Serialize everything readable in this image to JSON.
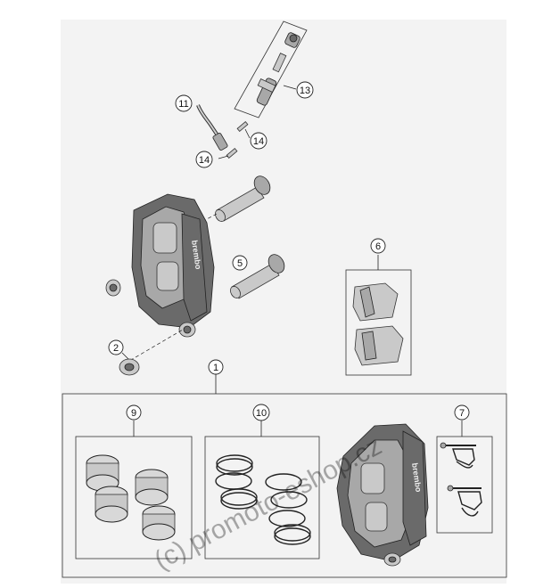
{
  "header": {
    "page_code": ""
  },
  "callouts": [
    {
      "id": "c1",
      "label": "1"
    },
    {
      "id": "c2",
      "label": "2"
    },
    {
      "id": "c5",
      "label": "5"
    },
    {
      "id": "c6",
      "label": "6"
    },
    {
      "id": "c7",
      "label": "7"
    },
    {
      "id": "c9",
      "label": "9"
    },
    {
      "id": "c10",
      "label": "10"
    },
    {
      "id": "c11",
      "label": "11"
    },
    {
      "id": "c13",
      "label": "13"
    },
    {
      "id": "c14a",
      "label": "14"
    },
    {
      "id": "c14b",
      "label": "14"
    }
  ],
  "brand_text": "brembo",
  "watermark": "(c) promoto-eshop.cz"
}
